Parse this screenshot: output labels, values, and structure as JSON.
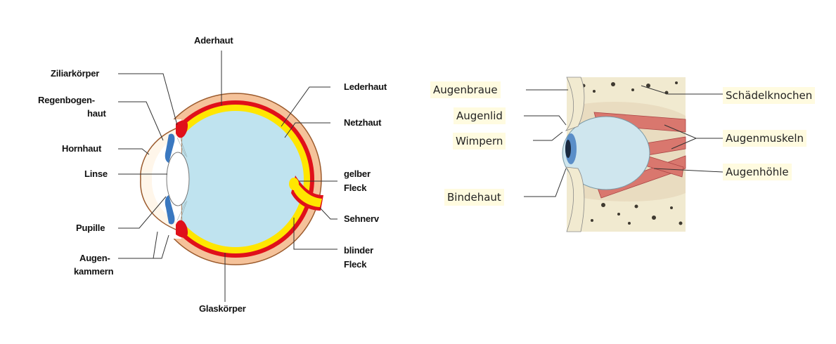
{
  "left_diagram": {
    "labels": {
      "aderhaut": "Aderhaut",
      "ziliarkoerper": "Ziliarkörper",
      "regenbogen_line1": "Regenbogen-",
      "regenbogen_line2": "haut",
      "hornhaut": "Hornhaut",
      "linse": "Linse",
      "pupille": "Pupille",
      "augenkammern_line1": "Augen-",
      "augenkammern_line2": "kammern",
      "lederhaut": "Lederhaut",
      "netzhaut": "Netzhaut",
      "gelber_fleck_line1": "gelber",
      "gelber_fleck_line2": "Fleck",
      "sehnerv": "Sehnerv",
      "blinder_fleck_line1": "blinder",
      "blinder_fleck_line2": "Fleck",
      "glaskoerper": "Glaskörper"
    },
    "colors": {
      "sclera": "#f5c29a",
      "sclera_stroke": "#9b5a2c",
      "choroid": "#e0101a",
      "retina": "#ffe600",
      "vitreous": "#bfe3ef",
      "iris": "#3a78c0"
    }
  },
  "right_diagram": {
    "labels": {
      "augenbraue": "Augenbraue",
      "augenlid": "Augenlid",
      "wimpern": "Wimpern",
      "bindehaut": "Bindehaut",
      "schaedelknochen": "Schädelknochen",
      "augenmuskeln": "Augenmuskeln",
      "augenhoehle": "Augenhöhle"
    },
    "colors": {
      "label_bg": "#fffbe0",
      "bone": "#f1ead0",
      "muscle": "#d9776e",
      "eyeball": "#cfe6ee"
    }
  }
}
